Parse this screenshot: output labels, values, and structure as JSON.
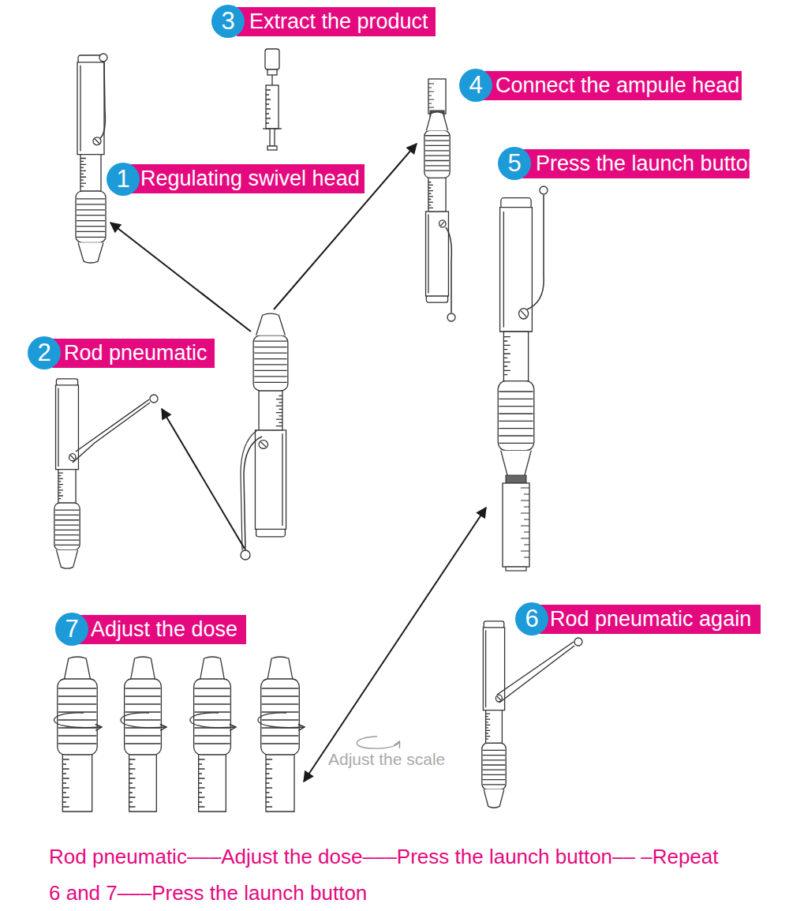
{
  "diagram": {
    "caption": "Rod pneumatic–––Adjust the dose–––Press the launch button–– –Repeat 6 and 7–––Press the launch button",
    "nodes": [
      {
        "text": [
          "Extract the product"
        ]
      },
      {
        "text": [
          "3"
        ],
        "in": 0
      },
      {
        "text": [
          "Connect the ampule head"
        ]
      },
      {
        "text": [
          "4"
        ],
        "in": 2
      },
      {
        "text": [
          "Press the launch button"
        ]
      },
      {
        "text": [
          "5"
        ],
        "in": 4
      },
      {
        "text": [
          "Regulating swivel head"
        ]
      },
      {
        "text": [
          "1"
        ],
        "in": 6
      },
      {
        "text": [
          "Rod pneumatic"
        ]
      },
      {
        "text": [
          "2"
        ],
        "in": 8
      },
      {
        "text": [
          "Rod pneumatic again"
        ]
      },
      {
        "text": [
          "6"
        ],
        "in": 10
      },
      {
        "text": [
          "Adjust the dose"
        ]
      },
      {
        "text": [
          "7"
        ],
        "in": 12
      }
    ],
    "labels": [
      "Adjust the scale"
    ]
  }
}
